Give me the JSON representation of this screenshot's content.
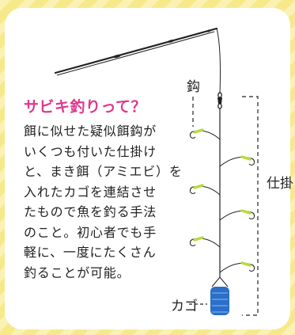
{
  "title": "サビキ釣りって？",
  "body_lines": [
    "餌に似せた疑似餌鈎が",
    "いくつも付いた仕掛け",
    "と、まき餌（アミエビ）を",
    "入れたカゴを連結させ",
    "たもので魚を釣る手法",
    "のこと。初心者でも手",
    "軽に、一度にたくさん",
    "釣ることが可能。"
  ],
  "labels": {
    "hook": "鈎",
    "rig": "仕掛け",
    "cage": "カゴ"
  },
  "colors": {
    "background": "#f7e98a",
    "title": "#e0388c",
    "hook_lure": "#b7dc3a",
    "cage": "#2a6fc9"
  }
}
